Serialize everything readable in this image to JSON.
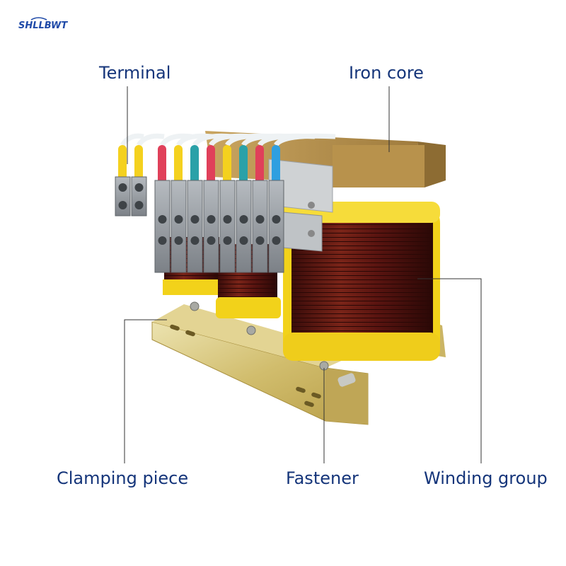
{
  "logo": {
    "text": "SHLLBWT",
    "color": "#1f4aa8"
  },
  "labels": {
    "terminal": "Terminal",
    "iron_core": "Iron core",
    "clamping_piece": "Clamping piece",
    "fastener": "Fastener",
    "winding_group": "Winding group"
  },
  "colors": {
    "label_text": "#15357a",
    "leader_line": "#333333",
    "insulation_yellow": "#f2d21a",
    "copper_winding": "#5a1410",
    "bracket_brass": "#d6c273",
    "terminal_grey": "#8f949a"
  },
  "wire_colors": [
    "#f4d11f",
    "#f4d11f",
    "#e0405a",
    "#f4d11f",
    "#2aa1a8",
    "#e0405a",
    "#f4d11f",
    "#2aa1a8",
    "#e0405a",
    "#2f9fe0"
  ]
}
